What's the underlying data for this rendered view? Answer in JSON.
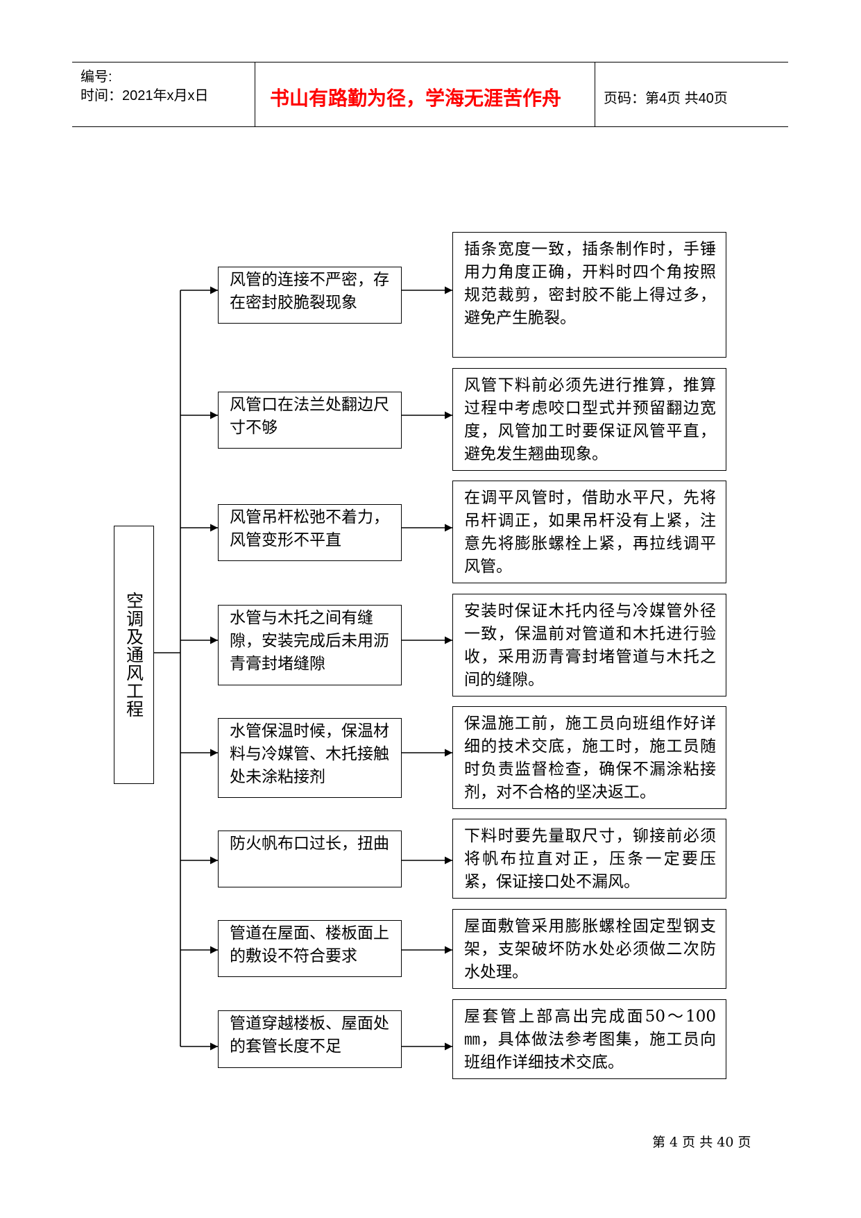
{
  "header": {
    "serial_label": "编号:",
    "date_label": "时间：2021年x月x日",
    "motto": "书山有路勤为径，学海无涯苦作舟",
    "page_info": "页码：第4页  共40页"
  },
  "diagram": {
    "root": "空调及通风工程",
    "rows": [
      {
        "cause": "风管的连接不严密，存在密封胶脆裂现象",
        "solution": "插条宽度一致，插条制作时，手锤用力角度正确，开料时四个角按照规范裁剪，密封胶不能上得过多，避免产生脆裂。"
      },
      {
        "cause": "风管口在法兰处翻边尺寸不够",
        "solution": "风管下料前必须先进行推算，推算过程中考虑咬口型式并预留翻边宽度，风管加工时要保证风管平直，避免发生翘曲现象。"
      },
      {
        "cause": "风管吊杆松弛不着力，风管变形不平直",
        "solution": "在调平风管时，借助水平尺，先将吊杆调正，如果吊杆没有上紧，注意先将膨胀螺栓上紧，再拉线调平风管。"
      },
      {
        "cause": "水管与木托之间有缝隙，安装完成后未用沥青膏封堵缝隙",
        "solution": "安装时保证木托内径与冷媒管外径一致，保温前对管道和木托进行验收，采用沥青膏封堵管道与木托之间的缝隙。"
      },
      {
        "cause": "水管保温时候，保温材料与冷媒管、木托接触处未涂粘接剂",
        "solution": "保温施工前，施工员向班组作好详细的技术交底，施工时，施工员随时负责监督检查，确保不漏涂粘接剂，对不合格的坚决返工。"
      },
      {
        "cause": "防火帆布口过长，扭曲",
        "solution": "下料时要先量取尺寸，铆接前必须将帆布拉直对正，压条一定要压紧，保证接口处不漏风。"
      },
      {
        "cause": "管道在屋面、楼板面上的敷设不符合要求",
        "solution": "屋面敷管采用膨胀螺栓固定型钢支架，支架破坏防水处必须做二次防水处理。"
      },
      {
        "cause": "管道穿越楼板、屋面处的套管长度不足",
        "solution": "屋套管上部高出完成面50～100㎜，具体做法参考图集，施工员向班组作详细技术交底。"
      }
    ]
  },
  "footer": {
    "page_text": "第 4 页 共 40 页"
  }
}
